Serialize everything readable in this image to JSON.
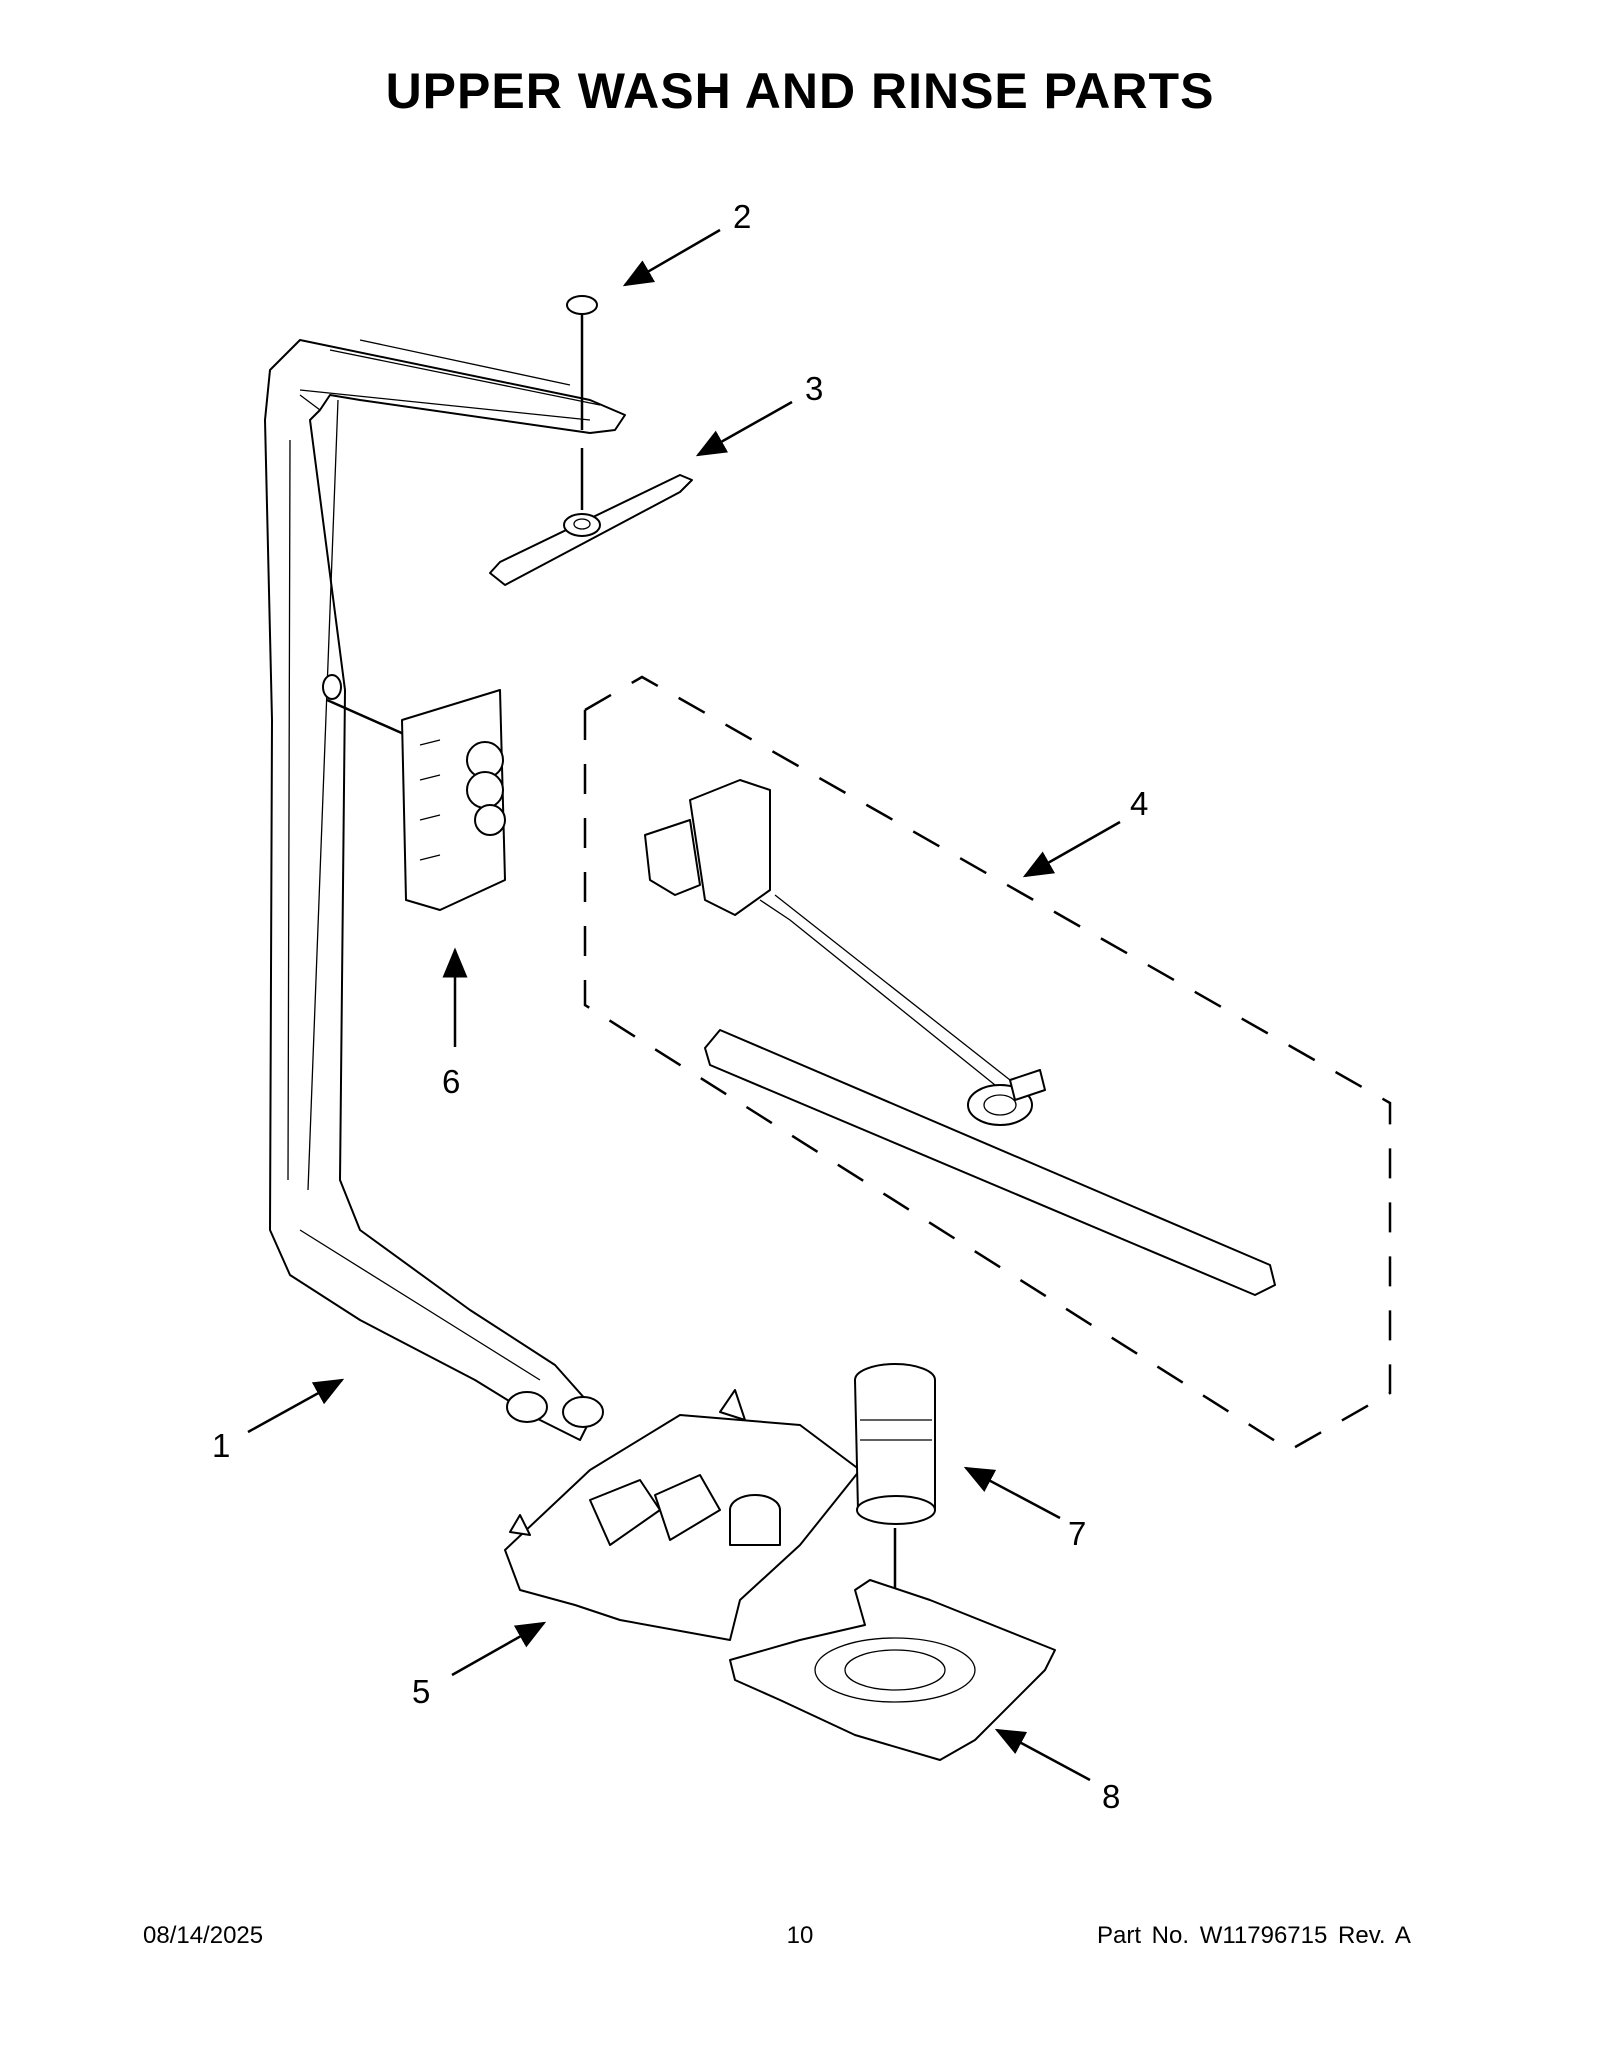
{
  "page": {
    "title": "UPPER WASH AND RINSE PARTS",
    "date": "08/14/2025",
    "page_number": "10",
    "part_number": "Part No.  W11796715  Rev.  A"
  },
  "callouts": [
    {
      "id": "1",
      "label": "1",
      "part": "supply-tube-icon"
    },
    {
      "id": "2",
      "label": "2",
      "part": "screw-icon"
    },
    {
      "id": "3",
      "label": "3",
      "part": "upper-spray-arm-icon"
    },
    {
      "id": "4",
      "label": "4",
      "part": "lower-spray-arm-assembly-icon"
    },
    {
      "id": "5",
      "label": "5",
      "part": "pump-manifold-icon"
    },
    {
      "id": "6",
      "label": "6",
      "part": "valve-bracket-icon"
    },
    {
      "id": "7",
      "label": "7",
      "part": "filter-icon"
    },
    {
      "id": "8",
      "label": "8",
      "part": "filter-plate-icon"
    }
  ],
  "colors": {
    "line": "#000000",
    "background": "#ffffff",
    "part_fill": "#ffffff"
  }
}
